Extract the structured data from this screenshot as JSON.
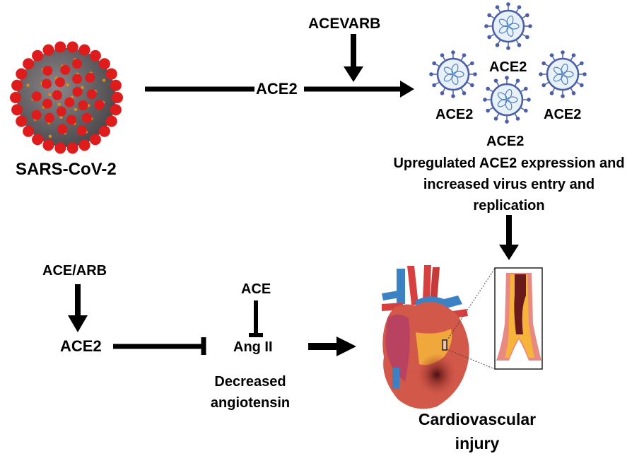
{
  "diagram": {
    "top_row": {
      "virus_label": "SARS-CoV-2",
      "arrow_midlabel": "ACE2",
      "inhibitor_label": "ACEVARB",
      "virion_labels": [
        "ACE2",
        "ACE2",
        "ACE2",
        "ACE2"
      ],
      "outcome_lines": [
        "Upregulated ACE2 expression and",
        "increased virus entry and",
        "replication"
      ]
    },
    "bottom_row": {
      "drug_label": "ACE/ARB",
      "ace2_label": "ACE2",
      "ace_label": "ACE",
      "angii_label": "Ang II",
      "decrease_lines": [
        "Decreased",
        "angiotensin"
      ],
      "outcome_lines": [
        "Cardiovascular",
        "injury"
      ]
    },
    "colors": {
      "arrow": "#000000",
      "virus_body": "#6e6a6e",
      "virus_spike": "#e01b1b",
      "virus_dot": "#e08a1a",
      "virion_ring": "#4a5fa8",
      "virion_fill": "#e9f1f8",
      "heart_red": "#d8403f",
      "heart_blue": "#3b82c4",
      "plaque_yellow": "#f6b53a"
    }
  }
}
